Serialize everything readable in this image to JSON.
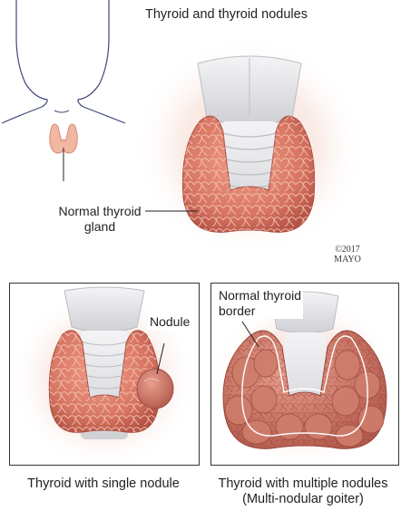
{
  "title": "Thyroid and thyroid nodules",
  "main_illustration": {
    "label_line1": "Normal thyroid",
    "label_line2": "gland",
    "copyright_line1": "©2017",
    "copyright_line2": "MAYO"
  },
  "panel_single": {
    "label": "Nodule",
    "caption": "Thyroid with single nodule"
  },
  "panel_multiple": {
    "label_line1": "Normal thyroid",
    "label_line2": "border",
    "caption_line1": "Thyroid with multiple nodules",
    "caption_line2": "(Multi-nodular goiter)"
  },
  "colors": {
    "tissue": "#d9826f",
    "tissue_dark": "#b9554a",
    "cartilage": "#e8e8ea",
    "outline": "#3f4a7a",
    "gland_small": "#f2b7a3"
  }
}
